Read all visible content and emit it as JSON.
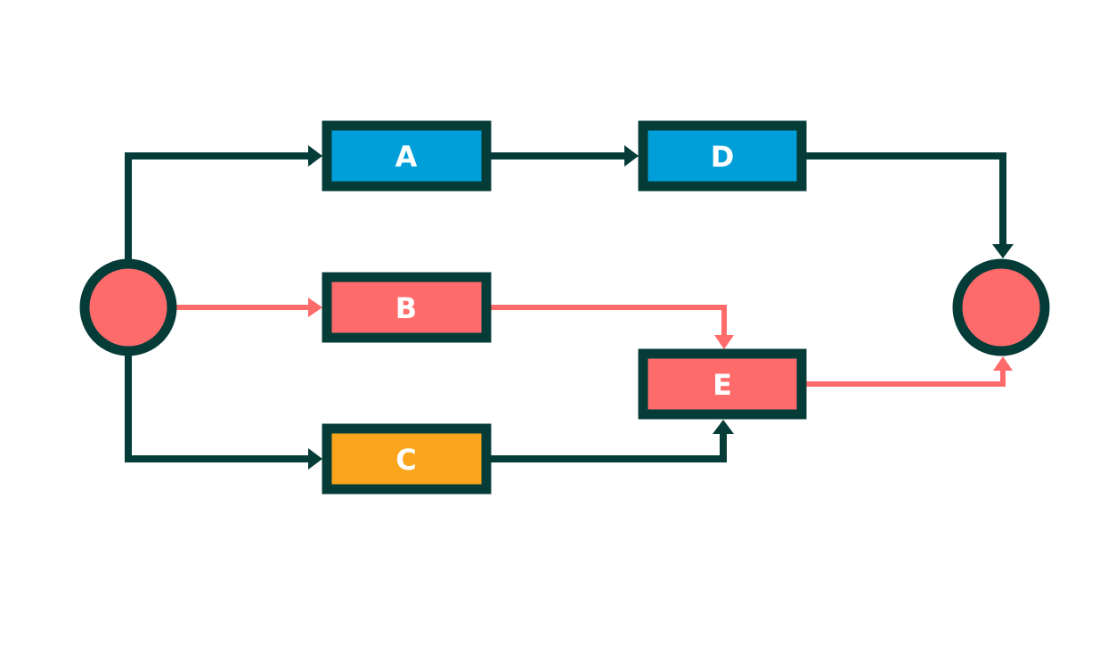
{
  "colors": {
    "outline": "#053c38",
    "critical": "#ff6b6b",
    "blue": "#009fd9",
    "orange": "#faa51b",
    "label": "#ffffff"
  },
  "nodes": {
    "start": {
      "label": "",
      "fill": "#ff6b6b"
    },
    "end": {
      "label": "",
      "fill": "#ff6b6b"
    },
    "a": {
      "label": "A",
      "fill": "#009fd9"
    },
    "b": {
      "label": "B",
      "fill": "#ff6b6b"
    },
    "c": {
      "label": "C",
      "fill": "#faa51b"
    },
    "d": {
      "label": "D",
      "fill": "#009fd9"
    },
    "e": {
      "label": "E",
      "fill": "#ff6b6b"
    }
  },
  "edges": [
    {
      "from": "start",
      "to": "a",
      "critical": false
    },
    {
      "from": "start",
      "to": "b",
      "critical": true
    },
    {
      "from": "start",
      "to": "c",
      "critical": false
    },
    {
      "from": "a",
      "to": "d",
      "critical": false
    },
    {
      "from": "b",
      "to": "e",
      "critical": true
    },
    {
      "from": "c",
      "to": "e",
      "critical": false
    },
    {
      "from": "d",
      "to": "end",
      "critical": false
    },
    {
      "from": "e",
      "to": "end",
      "critical": true
    }
  ]
}
